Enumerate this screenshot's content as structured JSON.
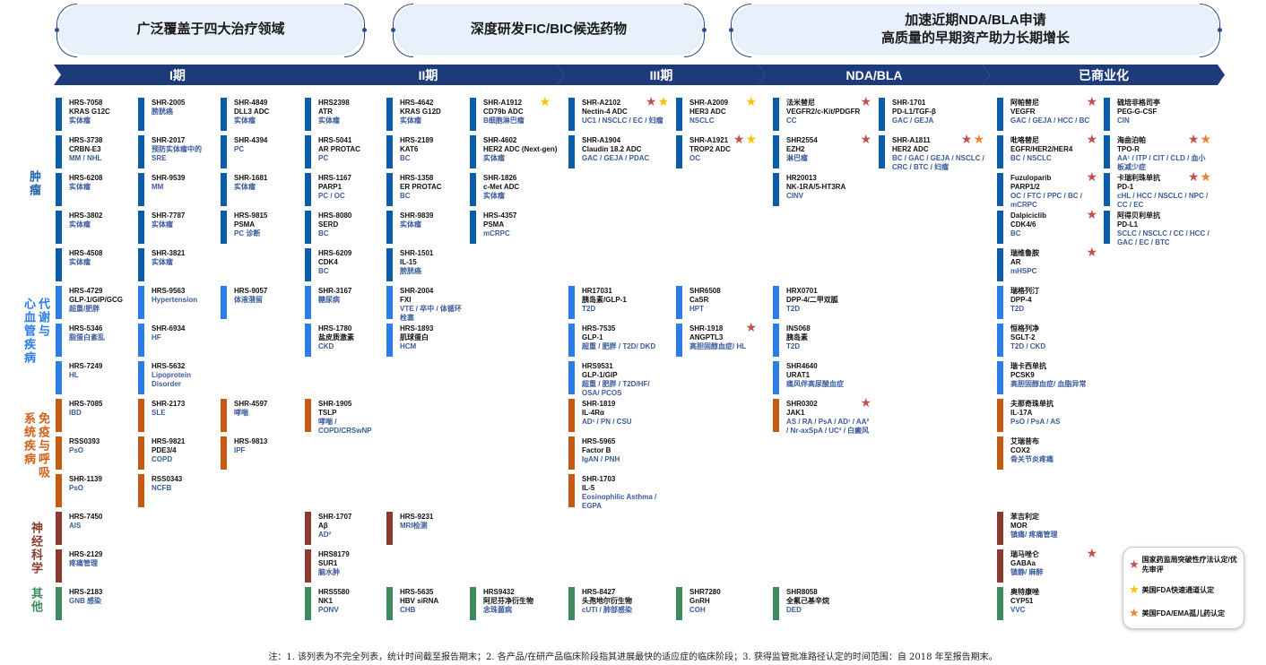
{
  "banners": [
    {
      "lines": [
        "广泛覆盖于四大治疗领域"
      ]
    },
    {
      "lines": [
        "深度研发FIC/BIC候选药物"
      ]
    },
    {
      "lines": [
        "加速近期NDA/BLA申请",
        "高质量的早期资产助力长期增长"
      ]
    }
  ],
  "phases": [
    "I期",
    "II期",
    "III期",
    "NDA/BLA",
    "已商业化"
  ],
  "star_colors": {
    "red": "#c0504d",
    "yellow": "#ffc000",
    "orange": "#f0822d"
  },
  "categories": [
    {
      "label_lines": [
        "肿瘤"
      ],
      "color": "#0b5ca9",
      "label_color": "#1f62b4",
      "phases": [
        [
          [
            {
              "name": "HRS-7058",
              "target": "KRAS G12C",
              "indication": "实体瘤"
            },
            {
              "name": "HRS-3738",
              "target": "CRBN-E3",
              "indication": "MM / NHL"
            },
            {
              "name": "HRS-6208",
              "indication": "实体瘤"
            },
            {
              "name": "HRS-3802",
              "indication": "实体瘤"
            },
            {
              "name": "HRS-4508",
              "indication": "实体瘤"
            }
          ],
          [
            {
              "name": "SHR-2005",
              "indication": "膀胱癌"
            },
            {
              "name": "SHR-2017",
              "indication": "预防实体瘤中的 SRE"
            },
            {
              "name": "SHR-9539",
              "indication": "MM"
            },
            {
              "name": "SHR-7787",
              "indication": "实体瘤"
            },
            {
              "name": "SHR-3821",
              "indication": "实体瘤"
            }
          ],
          [
            {
              "name": "SHR-4849",
              "target": "DLL3 ADC",
              "indication": "实体瘤"
            },
            {
              "name": "SHR-4394",
              "indication": "PC"
            },
            {
              "name": "SHR-1681",
              "indication": "实体瘤"
            },
            {
              "name": "HRS-9815",
              "target": "PSMA",
              "indication": "PC 诊断"
            }
          ]
        ],
        [
          [
            {
              "name": "HRS2398",
              "target": "ATR",
              "indication": "实体瘤"
            },
            {
              "name": "HRS-5041",
              "target": "AR PROTAC",
              "indication": "PC"
            },
            {
              "name": "HRS-1167",
              "target": "PARP1",
              "indication": "PC / OC"
            },
            {
              "name": "HRS-8080",
              "target": "SERD",
              "indication": "BC"
            },
            {
              "name": "HRS-6209",
              "target": "CDK4",
              "indication": "BC"
            }
          ],
          [
            {
              "name": "HRS-4642",
              "target": "KRAS G12D",
              "indication": "实体瘤"
            },
            {
              "name": "HRS-2189",
              "target": "KAT6",
              "indication": "BC"
            },
            {
              "name": "HRS-1358",
              "target": "ER PROTAC",
              "indication": "BC"
            },
            {
              "name": "SHR-9839",
              "indication": "实体瘤"
            },
            {
              "name": "SHR-1501",
              "target": "IL-15",
              "indication": "膀胱癌"
            }
          ],
          [
            {
              "name": "SHR-A1912",
              "target": "CD79b ADC",
              "indication": "B细胞淋巴瘤",
              "stars": [
                "yellow"
              ]
            },
            {
              "name": "SHR-4602",
              "target": "HER2 ADC (Next-gen)",
              "indication": "实体瘤"
            },
            {
              "name": "SHR-1826",
              "target": "c-Met ADC",
              "indication": "实体瘤"
            },
            {
              "name": "HRS-4357",
              "target": "PSMA",
              "indication": "mCRPC"
            }
          ]
        ],
        [
          [
            {
              "name": "SHR-A2102",
              "target": "Nectin-4 ADC",
              "indication": "UC1 / NSCLC / EC / 妇瘤",
              "stars": [
                "red",
                "yellow"
              ]
            },
            {
              "name": "SHR-A1904",
              "target": "Claudin 18.2 ADC",
              "indication": "GAC / GEJA / PDAC"
            }
          ],
          [
            {
              "name": "SHR-A2009",
              "target": "HER3 ADC",
              "indication": "NSCLC",
              "stars": [
                "yellow"
              ]
            },
            {
              "name": "SHR-A1921",
              "target": "TROP2 ADC",
              "indication": "OC",
              "stars": [
                "red",
                "yellow"
              ]
            }
          ]
        ],
        [
          [
            {
              "name": "法米替尼",
              "target": "VEGFR2/c-Kit/PDGFR",
              "indication": "CC",
              "stars": [
                "red"
              ]
            },
            {
              "name": "SHR2554",
              "target": "EZH2",
              "indication": "淋巴瘤",
              "stars": [
                "red"
              ]
            },
            {
              "name": "HR20013",
              "target": "NK-1RA/5-HT3RA",
              "indication": "CINV"
            }
          ],
          [
            {
              "name": "SHR-1701",
              "target": "PD-L1/TGF-β",
              "indication": "GAC / GEJA"
            },
            {
              "name": "SHR-A1811",
              "target": "HER2 ADC",
              "indication": "BC / GAC / GEJA / NSCLC / CRC / BTC / 妇瘤",
              "stars": [
                "red",
                "orange"
              ]
            }
          ]
        ],
        [
          [
            {
              "name": "阿帕替尼",
              "target": "VEGFR",
              "indication": "GAC / GEJA / HCC / BC",
              "stars": [
                "red"
              ]
            },
            {
              "name": "吡咯替尼",
              "target": "EGFR/HER2/HER4",
              "indication": "BC / NSCLC",
              "stars": [
                "red"
              ]
            },
            {
              "name": "Fuzuloparib",
              "target": "PARP1/2",
              "indication": "OC / FTC / PPC / BC / mCRPC",
              "stars": [
                "red"
              ]
            },
            {
              "name": "Dalpiciclib",
              "target": "CDK4/6",
              "indication": "BC",
              "stars": [
                "red"
              ]
            },
            {
              "name": "瑞维鲁胺",
              "target": "AR",
              "indication": "mHSPC",
              "stars": [
                "red"
              ]
            }
          ],
          [
            {
              "name": "硫培非格司亭",
              "target": "PEG-G-CSF",
              "indication": "CIN"
            },
            {
              "name": "海曲泊帕",
              "target": "TPO-R",
              "indication": "AA¹ / ITP / CIT / CLD / 血小板减少症",
              "stars": [
                "red",
                "orange"
              ]
            },
            {
              "name": "卡瑞利珠单抗",
              "target": "PD-1",
              "indication": "cHL / HCC / NSCLC / NPC / CC / EC",
              "stars": [
                "red",
                "orange"
              ]
            },
            {
              "name": "阿得贝利单抗",
              "target": "PD-L1",
              "indication": "SCLC / NSCLC / CC / HCC / GAC / EC / BTC"
            }
          ]
        ]
      ]
    },
    {
      "label_lines": [
        "代谢与",
        "心血管疾病"
      ],
      "color": "#2b7de9",
      "label_color": "#2b7de9",
      "phases": [
        [
          [
            {
              "name": "HRS-4729",
              "target": "GLP-1/GIP/GCG",
              "indication": "超重/肥胖"
            },
            {
              "name": "HRS-5346",
              "indication": "脂蛋白紊乱"
            },
            {
              "name": "HRS-7249",
              "indication": "HL"
            }
          ],
          [
            {
              "name": "HRS-9563",
              "indication": "Hypertension"
            },
            {
              "name": "SHR-6934",
              "indication": "HF"
            },
            {
              "name": "HRS-5632",
              "indication": "Lipoprotein Disorder"
            }
          ],
          [
            {
              "name": "HRS-9057",
              "indication": "体液潴留"
            }
          ]
        ],
        [
          [
            {
              "name": "SHR-3167",
              "indication": "糖尿病"
            },
            {
              "name": "HRS-1780",
              "target": "盐皮质激素",
              "indication": "CKD"
            }
          ],
          [
            {
              "name": "SHR-2004",
              "target": "FXI",
              "indication": "VTE / 卒中 / 体循环栓塞"
            },
            {
              "name": "HRS-1893",
              "target": "肌球蛋白",
              "indication": "HCM"
            }
          ],
          []
        ],
        [
          [
            {
              "name": "HR17031",
              "target": "胰岛素/GLP-1",
              "indication": "T2D"
            },
            {
              "name": "HRS-7535",
              "target": "GLP-1",
              "indication": "超重 / 肥胖 / T2D/ DKD"
            },
            {
              "name": "HRS9531",
              "target": "GLP-1/GIP",
              "indication": "超重 / 肥胖 / T2D/HF/ OSA/ PCOS"
            }
          ],
          [
            {
              "name": "SHR6508",
              "target": "CaSR",
              "indication": "HPT"
            },
            {
              "name": "SHR-1918",
              "target": "ANGPTL3",
              "indication": "高胆固醇血症/ HL",
              "stars": [
                "red"
              ]
            }
          ]
        ],
        [
          [
            {
              "name": "HRX0701",
              "target": "DPP-4/二甲双胍",
              "indication": "T2D"
            },
            {
              "name": "INS068",
              "target": "胰岛素",
              "indication": "T2D"
            },
            {
              "name": "SHR4640",
              "target": "URAT1",
              "indication": "痛风伴高尿酸血症"
            }
          ],
          []
        ],
        [
          [
            {
              "name": "瑞格列汀",
              "target": "DPP-4",
              "indication": "T2D"
            },
            {
              "name": "恒格列净",
              "target": "SGLT-2",
              "indication": "T2D / CKD"
            },
            {
              "name": "瑞卡西单抗",
              "target": "PCSK9",
              "indication": "高胆固醇血症/ 血脂异常"
            }
          ],
          []
        ]
      ]
    },
    {
      "label_lines": [
        "免疫与呼吸",
        "系统疾病"
      ],
      "color": "#c55a11",
      "label_color": "#d0611a",
      "phases": [
        [
          [
            {
              "name": "HRS-7085",
              "indication": "IBD"
            },
            {
              "name": "RSS0393",
              "indication": "PsO"
            },
            {
              "name": "SHR-1139",
              "indication": "PsO"
            }
          ],
          [
            {
              "name": "SHR-2173",
              "indication": "SLE"
            },
            {
              "name": "HRS-9821",
              "target": "PDE3/4",
              "indication": "COPD"
            },
            {
              "name": "RSS0343",
              "indication": "NCFB"
            }
          ],
          [
            {
              "name": "SHR-4597",
              "indication": "哮喘"
            },
            {
              "name": "HRS-9813",
              "indication": "IPF"
            }
          ]
        ],
        [
          [
            {
              "name": "SHR-1905",
              "target": "TSLP",
              "indication": "哮喘 / COPD/CRSwNP"
            }
          ],
          [],
          []
        ],
        [
          [
            {
              "name": "SHR-1819",
              "target": "IL-4Rα",
              "indication": "AD¹ / PN / CSU"
            },
            {
              "name": "HRS-5965",
              "target": "Factor B",
              "indication": "IgAN / PNH"
            },
            {
              "name": "SHR-1703",
              "target": "IL-5",
              "indication": "Eosinophilic Asthma / EGPA"
            }
          ],
          []
        ],
        [
          [
            {
              "name": "SHR0302",
              "target": "JAK1",
              "indication": "AS / RA / PsA / AD¹ / AA² / Nr-axSpA / UC² / 白癜风",
              "stars": [
                "red"
              ]
            }
          ],
          []
        ],
        [
          [
            {
              "name": "夫那奇珠单抗",
              "target": "IL-17A",
              "indication": "PsO / PsA / AS"
            },
            {
              "name": "艾瑞昔布",
              "target": "COX2",
              "indication": "骨关节炎疼痛"
            }
          ],
          []
        ]
      ]
    },
    {
      "label_lines": [
        "神经科学"
      ],
      "color": "#8b3a2e",
      "label_color": "#8b3a2e",
      "phases": [
        [
          [
            {
              "name": "HRS-7450",
              "indication": "AIS"
            },
            {
              "name": "HRS-2129",
              "indication": "疼痛管理"
            }
          ],
          [],
          []
        ],
        [
          [
            {
              "name": "SHR-1707",
              "target": "Aβ",
              "indication": "AD²"
            },
            {
              "name": "HRS8179",
              "target": "SUR1",
              "indication": "脑水肿"
            }
          ],
          [
            {
              "name": "HRS-9231",
              "indication": "MRI检测"
            }
          ],
          []
        ],
        [
          [],
          []
        ],
        [
          [],
          []
        ],
        [
          [
            {
              "name": "苯吉利定",
              "target": "MOR",
              "indication": "镇痛/ 疼痛管理"
            },
            {
              "name": "瑞马唑仑",
              "target": "GABAa",
              "indication": "镇静/ 麻醉",
              "stars": [
                "red"
              ]
            }
          ],
          []
        ]
      ]
    },
    {
      "label_lines": [
        "其他"
      ],
      "color": "#3d8a5c",
      "label_color": "#3d8a5c",
      "phases": [
        [
          [
            {
              "name": "HRS-2183",
              "indication": "GNB 感染"
            }
          ],
          [],
          []
        ],
        [
          [
            {
              "name": "HRS5580",
              "target": "NK1",
              "indication": "PONV"
            }
          ],
          [
            {
              "name": "HRS-5635",
              "target": "HBV siRNA",
              "indication": "CHB"
            }
          ],
          [
            {
              "name": "HRS9432",
              "target": "阿尼芬净衍生物",
              "indication": "念珠菌病"
            }
          ]
        ],
        [
          [
            {
              "name": "HRS-8427",
              "target": "头孢地尔衍生物",
              "indication": "cUTI / 肺部感染"
            }
          ],
          [
            {
              "name": "SHR7280",
              "target": "GnRH",
              "indication": "COH"
            }
          ]
        ],
        [
          [
            {
              "name": "SHR8058",
              "target": "全氟己基辛烷",
              "indication": "DED"
            }
          ],
          []
        ],
        [
          [
            {
              "name": "奥特康唑",
              "target": "CYP51",
              "indication": "VVC"
            }
          ],
          []
        ]
      ]
    }
  ],
  "legend": [
    {
      "star": "red",
      "label": "国家药监局突破性疗法认定/优先审评"
    },
    {
      "star": "yellow",
      "label": "美国FDA快速通道认定"
    },
    {
      "star": "orange",
      "label": "美国FDA/EMA孤儿药认定"
    }
  ],
  "footnote": "注：1. 该列表为不完全列表，统计时间截至报告期末；2. 各产品/在研产品临床阶段指其进展最快的适应症的临床阶段；3. 获得监管批准路径认定的时间范围：自 2018 年至报告期末。"
}
